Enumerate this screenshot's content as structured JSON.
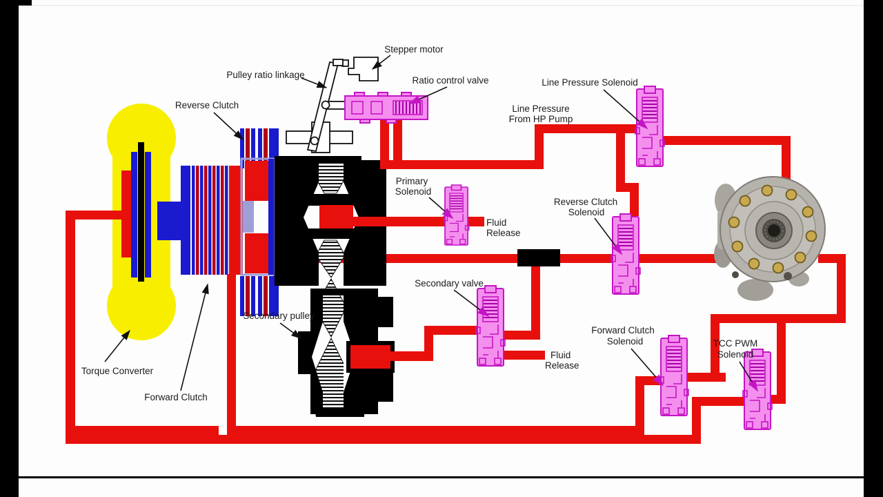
{
  "diagram": {
    "labels": {
      "stepper_motor": "Stepper motor",
      "pulley_ratio_linkage": "Pulley ratio linkage",
      "ratio_control_valve": "Ratio control valve",
      "line_pressure_solenoid": "Line Pressure Solenoid",
      "line_pressure_line1": "Line Pressure",
      "line_pressure_line2": "From HP Pump",
      "reverse_clutch": "Reverse Clutch",
      "primary_solenoid_line1": "Primary",
      "primary_solenoid_line2": "Solenoid",
      "primary_fluid_release_line1": "Fluid",
      "primary_fluid_release_line2": "Release",
      "reverse_clutch_solenoid_line1": "Reverse Clutch",
      "reverse_clutch_solenoid_line2": "Solenoid",
      "secondary_valve": "Secondary valve",
      "secondary_pulley": "Secondary pulley",
      "torque_converter": "Torque Converter",
      "forward_clutch": "Forward Clutch",
      "secondary_fluid_release_line1": "Fluid",
      "secondary_fluid_release_line2": "Release",
      "forward_clutch_solenoid_line1": "Forward Clutch",
      "forward_clutch_solenoid_line2": "Solenoid",
      "tcc_pwm_solenoid_line1": "TCC PWM",
      "tcc_pwm_solenoid_line2": "Solenoid"
    },
    "colors": {
      "hydraulic_line_red": "#e8100c",
      "torque_converter_yellow": "#f8ef00",
      "clutch_blue": "#1a1acf",
      "clutch_dark_red": "#b40016",
      "solenoid_pink": "#f48fee",
      "solenoid_outline": "#c414c4",
      "label_text": "#1c1c1c",
      "letterbox_black": "#000000"
    }
  }
}
